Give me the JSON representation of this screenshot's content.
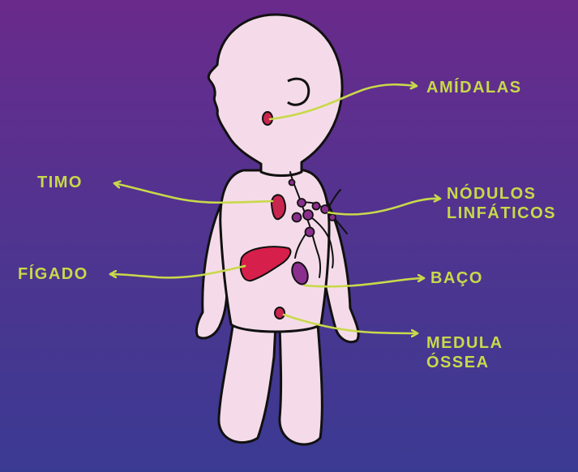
{
  "colors": {
    "background_top": "#6a2a8c",
    "background_bottom": "#3b3a92",
    "label": "#c8d94a",
    "body": "#f5dbe9",
    "outline": "#111111",
    "organ_red": "#d61f4a",
    "organ_purple": "#8a2f8e"
  },
  "labels": {
    "amidalas": "AMÍDALAS",
    "timo": "TIMO",
    "nodulos_line1": "NÓDULOS",
    "nodulos_line2": "LINFÁTICOS",
    "figado": "FÍGADO",
    "baco": "BAÇO",
    "medula_line1": "MEDULA",
    "medula_line2": "ÓSSEA"
  }
}
